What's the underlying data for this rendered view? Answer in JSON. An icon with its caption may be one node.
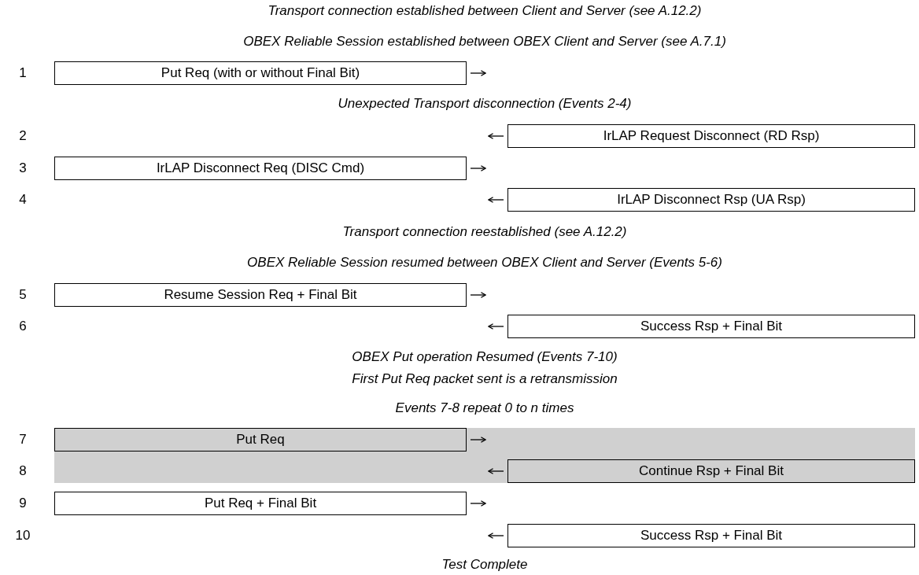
{
  "diagram": {
    "nodes": [
      {
        "text": [
          "Put Req (with or without Final Bit)"
        ]
      },
      {
        "text": [
          "IrLAP Request Disconnect (RD Rsp)"
        ]
      },
      {
        "text": [
          "IrLAP Disconnect Req (DISC Cmd)"
        ]
      },
      {
        "text": [
          "IrLAP Disconnect Rsp (UA Rsp)"
        ]
      },
      {
        "text": [
          "Resume Session Req + Final Bit"
        ]
      },
      {
        "text": [
          "Success Rsp + Final Bit"
        ]
      },
      {
        "text": [
          "Put Req"
        ]
      },
      {
        "text": [
          "Continue Rsp + Final Bit"
        ]
      },
      {
        "text": [
          "Put Req + Final Bit"
        ]
      },
      {
        "text": [
          "Success Rsp + Final Bit"
        ]
      }
    ],
    "edges": [
      {
        "from": 0,
        "to": null,
        "arrow": "to"
      },
      {
        "from": 1,
        "to": null,
        "arrow": "to"
      },
      {
        "from": 2,
        "to": null,
        "arrow": "to"
      },
      {
        "from": 3,
        "to": null,
        "arrow": "to"
      },
      {
        "from": 4,
        "to": null,
        "arrow": "to"
      },
      {
        "from": 5,
        "to": null,
        "arrow": "to"
      },
      {
        "from": 6,
        "to": null,
        "arrow": "to"
      },
      {
        "from": 7,
        "to": null,
        "arrow": "to"
      },
      {
        "from": 8,
        "to": null,
        "arrow": "to"
      },
      {
        "from": 9,
        "to": null,
        "arrow": "to"
      }
    ],
    "labels": [
      "Transport connection established between Client and Server (see A.12.2)",
      "OBEX Reliable Session established between OBEX Client and Server (see A.7.1)",
      "1",
      "Unexpected Transport disconnection (Events 2-4)",
      "2",
      "3",
      "4",
      "Transport connection reestablished (see A.12.2)",
      "OBEX Reliable Session resumed between OBEX Client and Server (Events 5-6)",
      "5",
      "6",
      "OBEX Put operation Resumed (Events 7-10)",
      "First Put Req packet sent is a retransmission",
      "Events 7-8 repeat 0 to n times",
      "7",
      "8",
      "9",
      "10",
      "Test Complete"
    ]
  }
}
